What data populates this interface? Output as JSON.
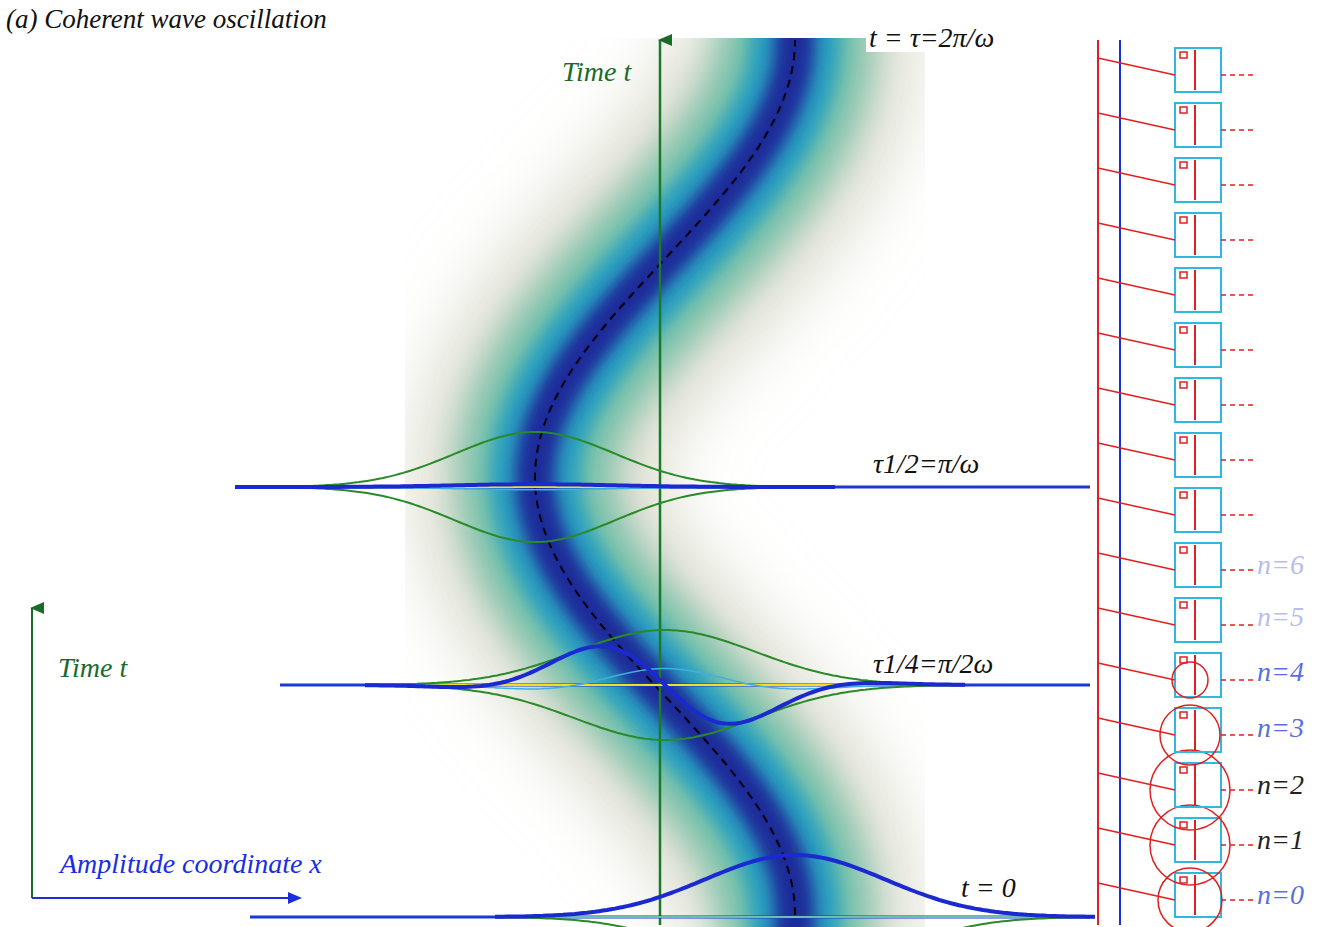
{
  "diagram": {
    "title": "(a) Coherent wave oscillation",
    "labels": [
      "Time t",
      "t = τ=2π/ω",
      "τ1/2=π/ω",
      "τ1/4=π/2ω",
      "n=6",
      "n=5",
      "n=4",
      "n=3",
      "n=2",
      "n=1",
      "n=0",
      "Time t",
      "Amplitude coordinate x",
      "t = 0"
    ]
  }
}
